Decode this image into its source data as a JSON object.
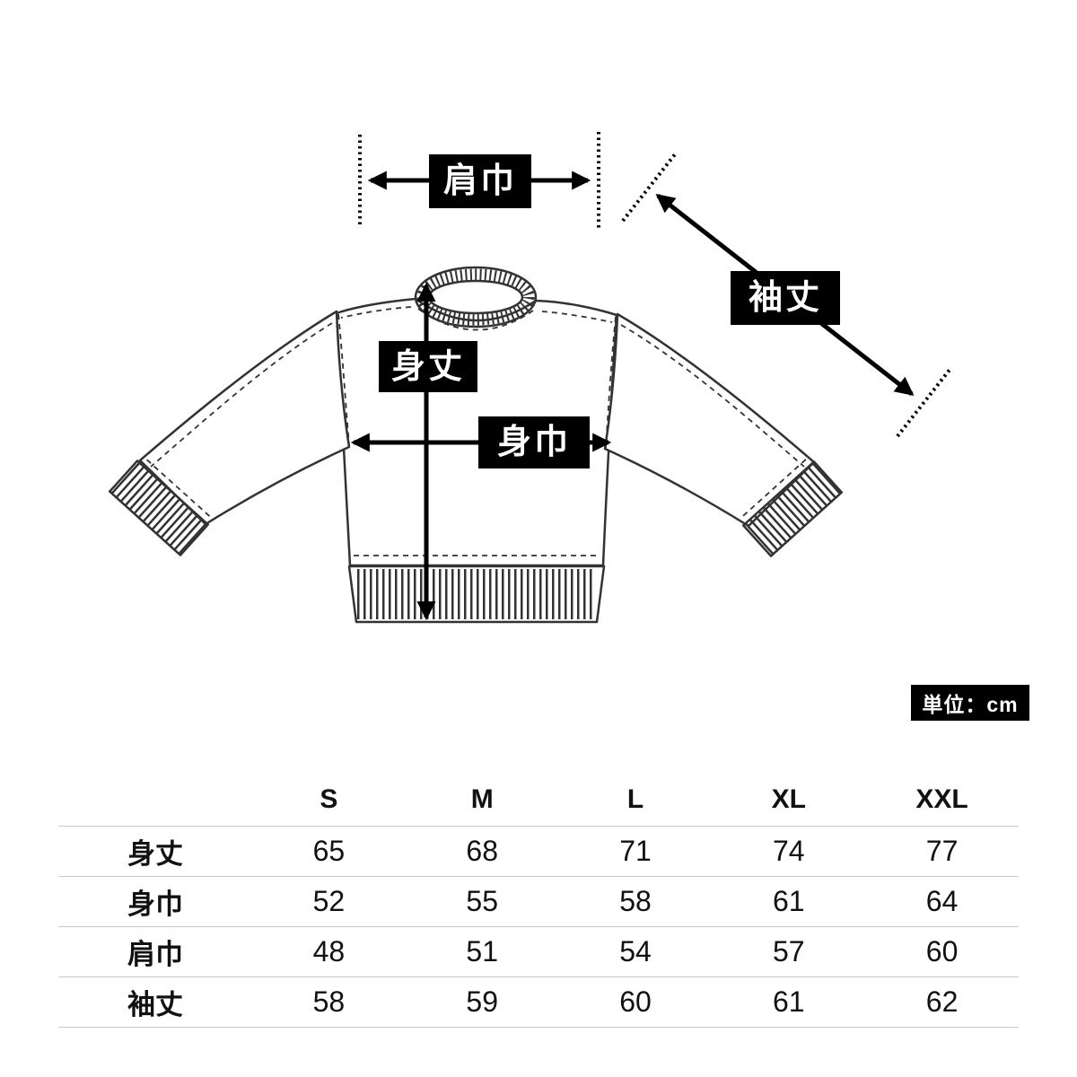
{
  "diagram": {
    "measurement_labels": {
      "shoulder_width": "肩巾",
      "sleeve_length": "袖丈",
      "body_length": "身丈",
      "body_width": "身巾"
    },
    "unit_badge": "単位：cm"
  },
  "size_table": {
    "header": [
      "S",
      "M",
      "L",
      "XL",
      "XXL"
    ],
    "rows": [
      {
        "label": "身丈",
        "values": [
          "65",
          "68",
          "71",
          "74",
          "77"
        ]
      },
      {
        "label": "身巾",
        "values": [
          "52",
          "55",
          "58",
          "61",
          "64"
        ]
      },
      {
        "label": "肩巾",
        "values": [
          "48",
          "51",
          "54",
          "57",
          "60"
        ]
      },
      {
        "label": "袖丈",
        "values": [
          "58",
          "59",
          "60",
          "61",
          "62"
        ]
      }
    ]
  },
  "colors": {
    "line": "#333333",
    "arrow": "#000000",
    "label_bg": "#000000",
    "label_text": "#ffffff",
    "table_border": "#c9c9c9"
  }
}
